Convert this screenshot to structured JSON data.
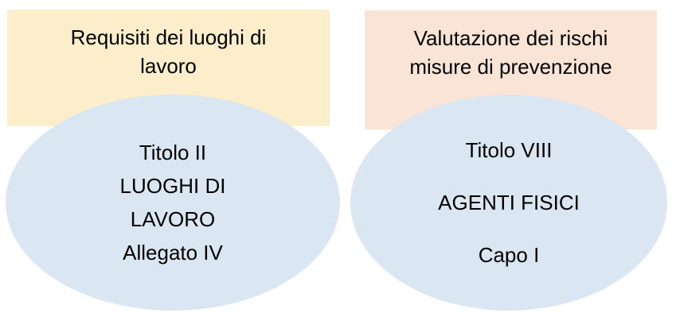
{
  "colors": {
    "box_left_bg": "#FCEECB",
    "box_right_bg": "#FAE4D5",
    "ellipse_bg": "#DBE6F3",
    "text": "#000000"
  },
  "box_left": {
    "lines": [
      "Requisiti dei luoghi di",
      "lavoro"
    ]
  },
  "box_right": {
    "lines": [
      "Valutazione dei rischi",
      "misure di prevenzione"
    ]
  },
  "ellipse_left": {
    "lines": [
      "Titolo II",
      "LUOGHI DI",
      "LAVORO",
      "Allegato IV"
    ]
  },
  "ellipse_right": {
    "lines": [
      "Titolo VIII",
      "AGENTI FISICI",
      "Capo I"
    ]
  }
}
